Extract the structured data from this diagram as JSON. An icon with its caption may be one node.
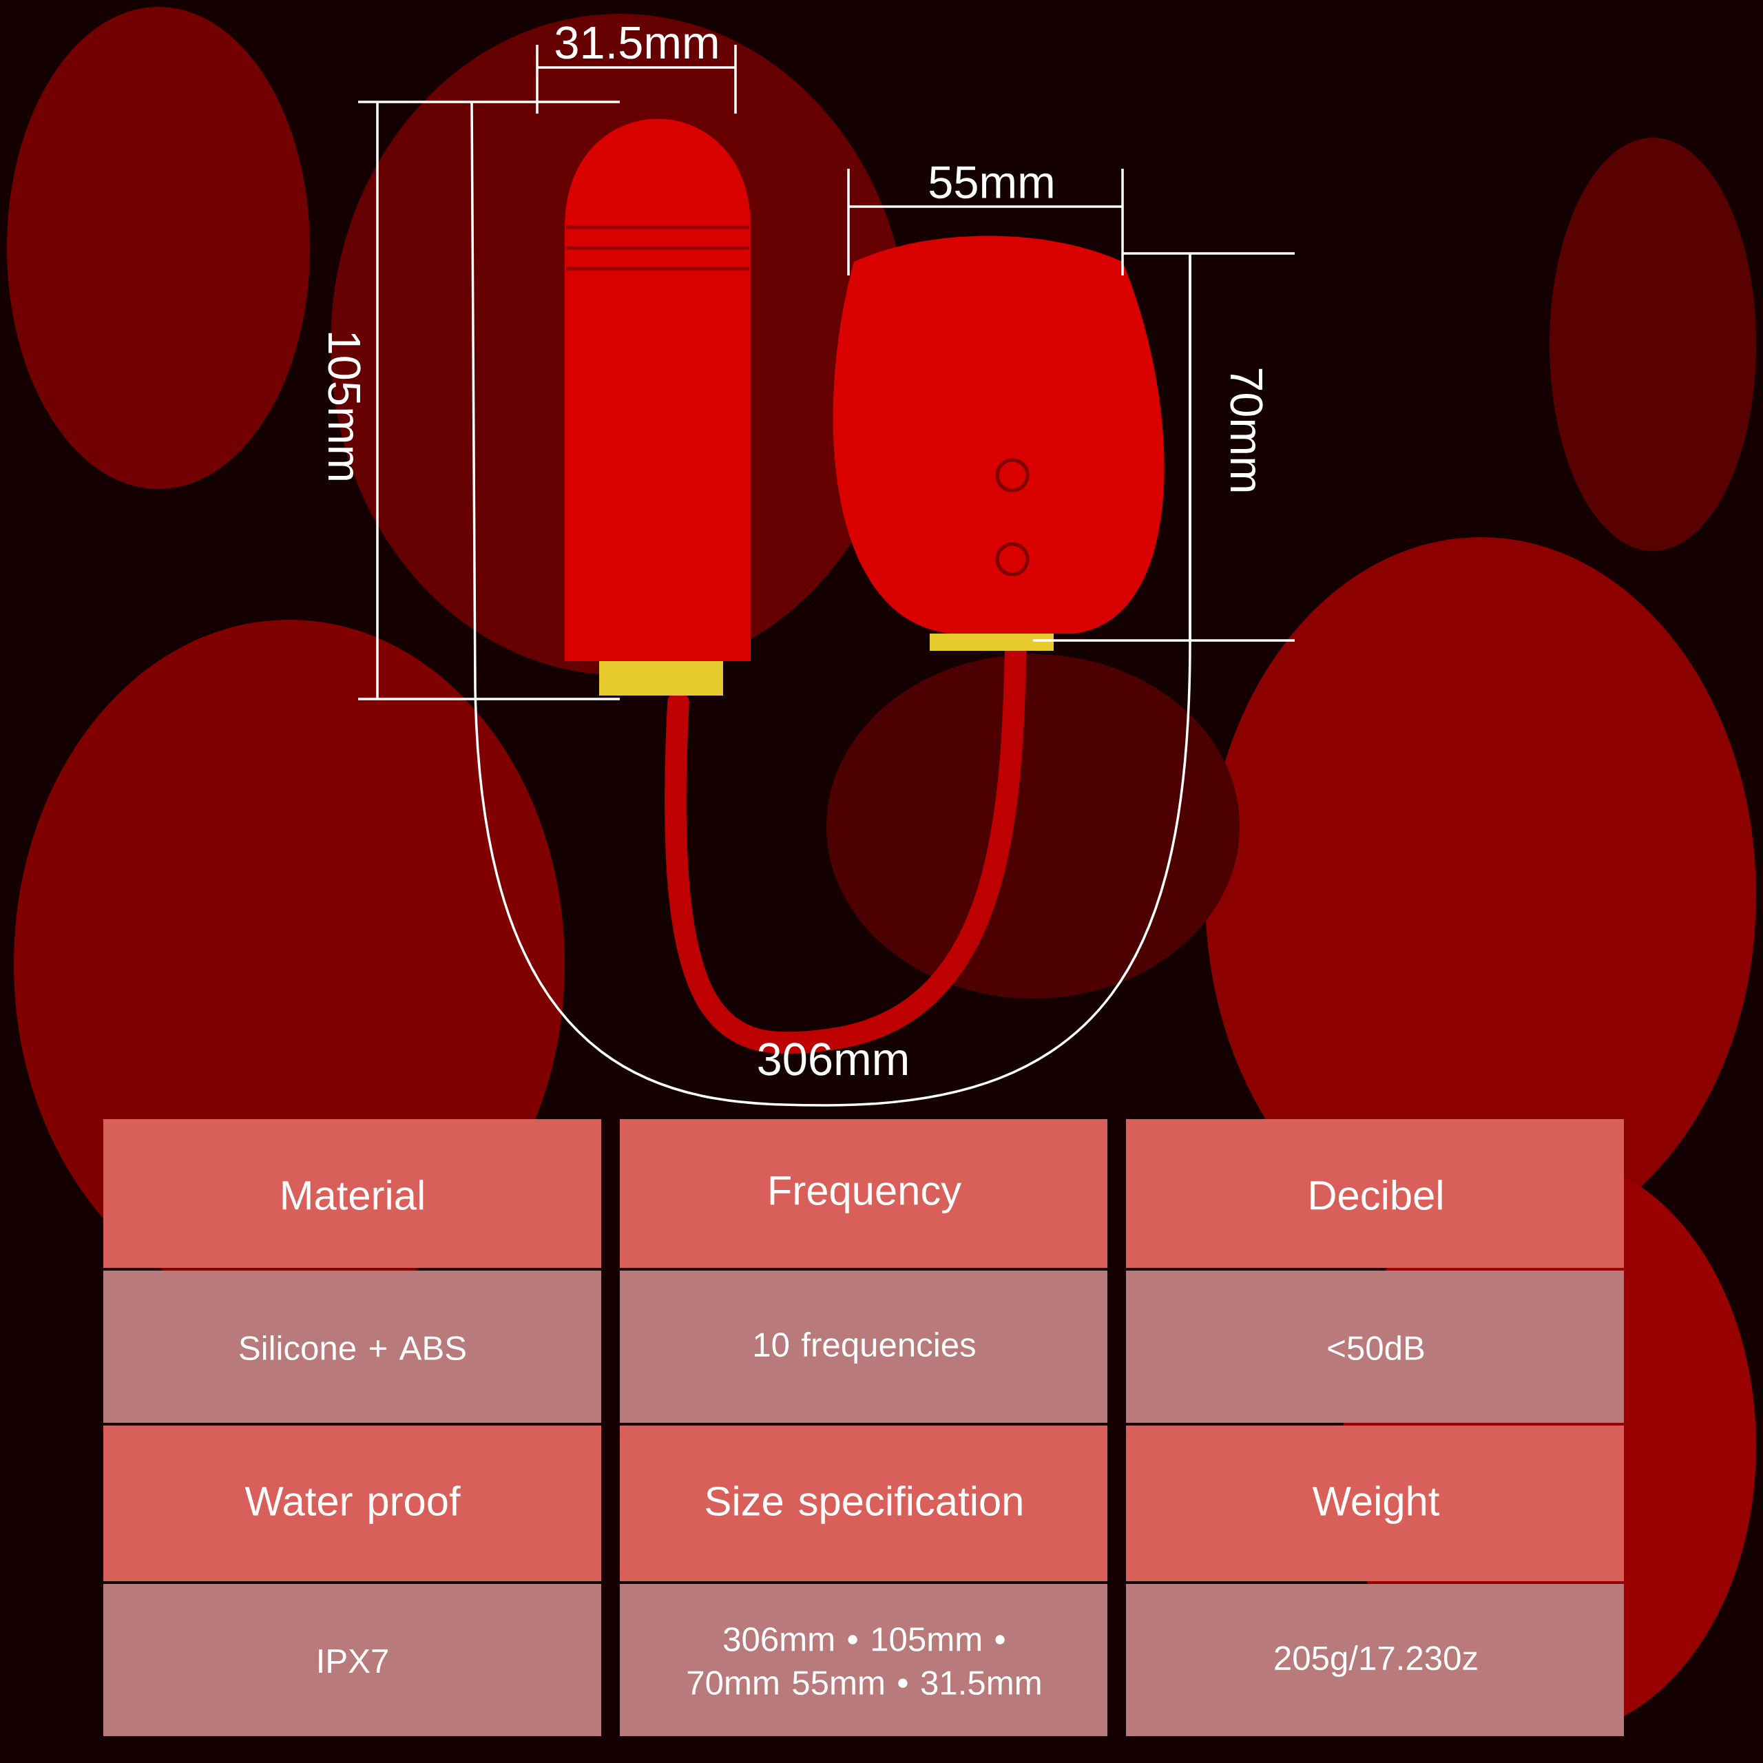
{
  "diagram": {
    "labels": [
      "31.5mm",
      "55mm",
      "105mm",
      "70mm",
      "306mm",
      "Material",
      "Frequency",
      "Decibel",
      "Silicone + ABS",
      "10 frequencies",
      "<50dB",
      "Water proof",
      "Size specification",
      "Weight",
      "IPX7",
      "306mm • 105mm • 70mm 55mm • 31.5mm",
      "205g/17.230z"
    ]
  }
}
